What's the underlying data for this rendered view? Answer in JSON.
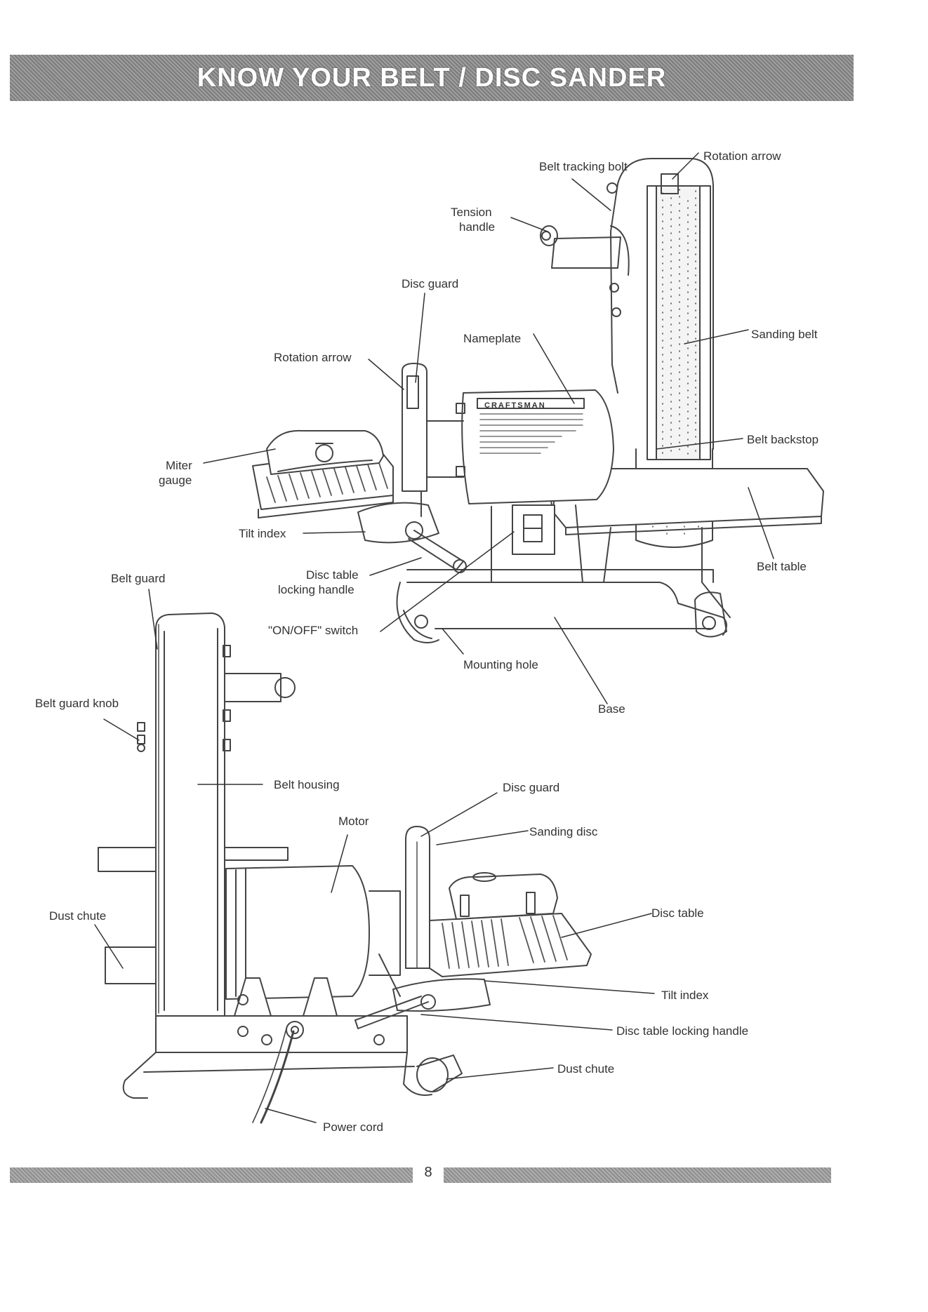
{
  "header": {
    "title": "KNOW YOUR BELT / DISC SANDER"
  },
  "labels": {
    "rotation_arrow_top": "Rotation arrow",
    "belt_tracking_bolt": "Belt tracking bolt",
    "tension_handle_1": "Tension",
    "tension_handle_2": "handle",
    "disc_guard_top": "Disc guard",
    "nameplate": "Nameplate",
    "sanding_belt": "Sanding belt",
    "rotation_arrow_disc": "Rotation arrow",
    "belt_backstop": "Belt backstop",
    "miter_gauge_1": "Miter",
    "miter_gauge_2": "gauge",
    "tilt_index_top": "Tilt index",
    "belt_table": "Belt table",
    "belt_guard": "Belt guard",
    "disc_table_locking_handle_top_1": "Disc table",
    "disc_table_locking_handle_top_2": "locking handle",
    "on_off_switch": "\"ON/OFF\" switch",
    "mounting_hole": "Mounting hole",
    "belt_guard_knob": "Belt guard knob",
    "base": "Base",
    "belt_housing": "Belt housing",
    "disc_guard_bottom": "Disc guard",
    "motor": "Motor",
    "sanding_disc": "Sanding disc",
    "dust_chute_left": "Dust chute",
    "disc_table": "Disc table",
    "tilt_index_bottom": "Tilt index",
    "disc_table_locking_handle_bottom": "Disc table locking handle",
    "dust_chute_bottom": "Dust chute",
    "power_cord": "Power cord"
  },
  "nameplate_brand": "CRAFTSMAN",
  "footer": {
    "page_number": "8"
  }
}
